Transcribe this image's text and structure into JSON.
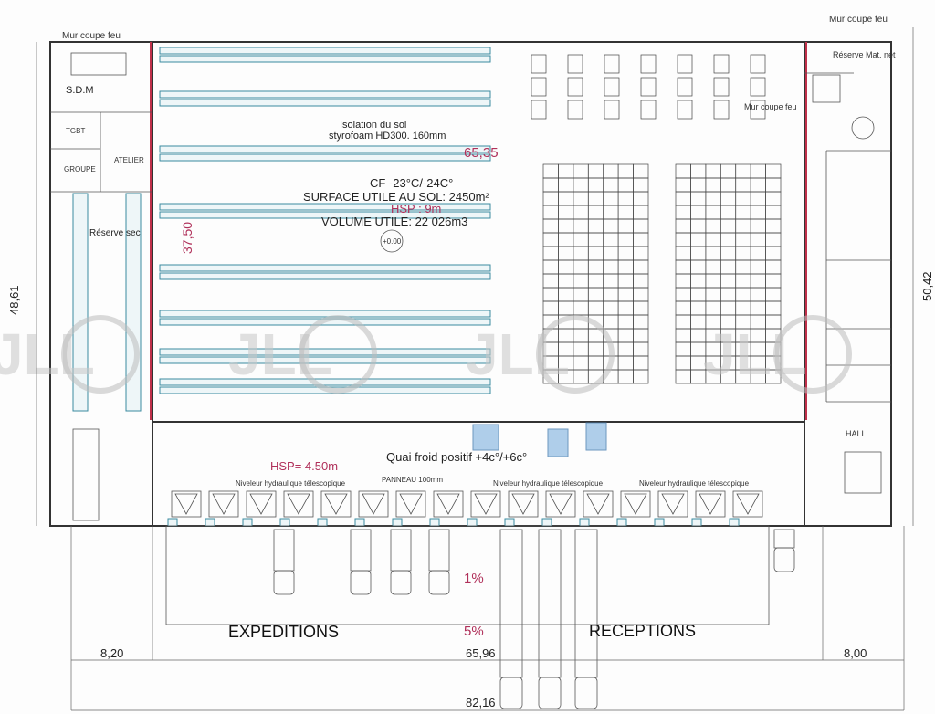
{
  "plan": {
    "labels": {
      "mur_coupe_feu": "Mur coupe feu",
      "sdm": "S.D.M",
      "tgbt": "TGBT",
      "atelier": "ATELIER",
      "groupe": "GROUPE",
      "reserve_sec": "Réserve sec",
      "reserve_mat": "Réserve Mat. net",
      "hall": "HALL",
      "isolation_1": "Isolation du sol",
      "isolation_2": "styrofoam HD300. 160mm",
      "cf": "CF -23°C/-24C°",
      "surface": "SURFACE UTILE AU SOL: 2450m²",
      "hsp_cf": "HSP : 9m",
      "volume": "VOLUME UTILE:  22 026m3",
      "level": "+0.00",
      "quai": "Quai froid positif  +4c°/+6c°",
      "hsp_quai": "HSP= 4.50m",
      "panneau": "PANNEAU 100mm",
      "niveleur": "Niveleur hydraulique télescopique",
      "pente_1": "1%",
      "pente_2": "5%",
      "expeditions": "EXPEDITIONS",
      "receptions": "RECEPTIONS",
      "red_65": "65,35",
      "red_37": "37,50"
    },
    "dimensions": {
      "left_height": "48,61",
      "right_height": "50,42",
      "left_width": "8,20",
      "middle_width": "65,96",
      "right_width": "8,00",
      "total_width": "82,16"
    },
    "watermark": "JLL",
    "colors": {
      "rack": "#3a8aa0",
      "accent": "#b0305a",
      "hatch": "#9cc3e6"
    }
  }
}
